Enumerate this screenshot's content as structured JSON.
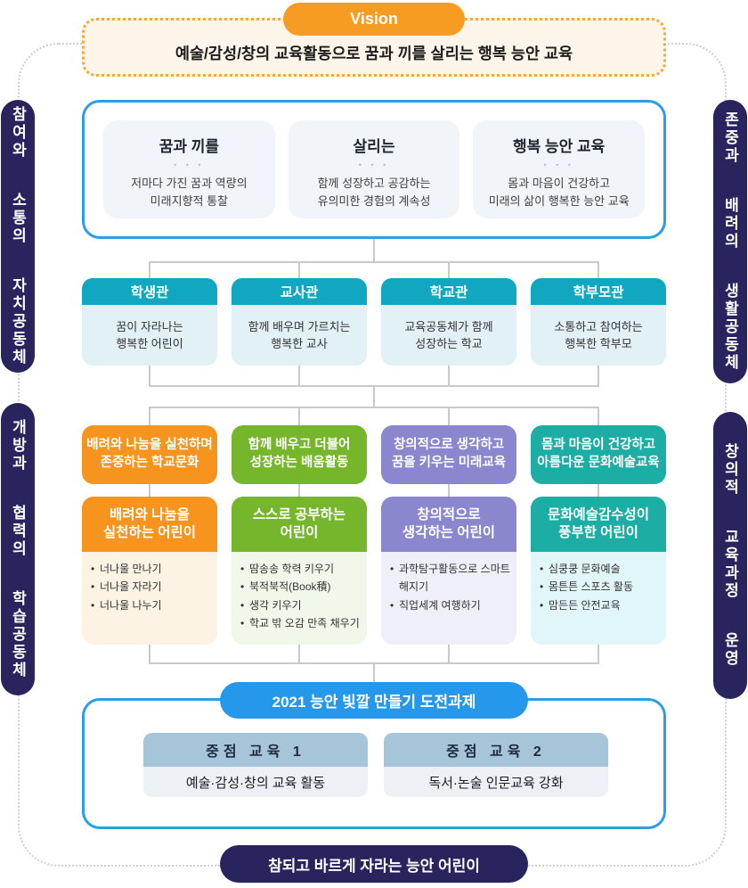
{
  "colors": {
    "navy": "#29245E",
    "orange": "#F7941E",
    "green": "#76B62C",
    "purple": "#8A87CE",
    "teal": "#1CAEA4",
    "cyan_header": "#12A7C0",
    "blue_accent": "#2598EB",
    "steel_header": "#A7C5D9"
  },
  "decor": {
    "dots": "• • •"
  },
  "vision": {
    "label": "Vision",
    "statement": "예술/감성/창의 교육활동으로 꿈과 끼를 살리는 행복 능안 교육"
  },
  "side": {
    "left_top": "참여와 소통의 자치공동체",
    "left_bottom": "개방과 협력의 학습공동체",
    "right_top": "존중과 배려의 생활공동체",
    "right_bottom": "창의적 교육과정 운영"
  },
  "keywords": [
    {
      "title": "꿈과 끼를",
      "desc": "저마다 가진 꿈과 역량의\n미래지향적 통찰"
    },
    {
      "title": "살리는",
      "desc": "함께 성장하고 공감하는\n유의미한 경험의 계속성"
    },
    {
      "title": "행복 능안 교육",
      "desc": "몸과 마음이 건강하고\n미래의 삶이 행복한 능안 교육"
    }
  ],
  "perspectives": [
    {
      "title": "학생관",
      "desc": "꿈이 자라나는\n행복한 어린이"
    },
    {
      "title": "교사관",
      "desc": "함께 배우며 가르치는\n행복한 교사"
    },
    {
      "title": "학교관",
      "desc": "교육공동체가 함께\n성장하는 학교"
    },
    {
      "title": "학부모관",
      "desc": "소통하고 참여하는\n행복한 학부모"
    }
  ],
  "goals": [
    {
      "accent": "#F7941E",
      "light": "#FDF3E4",
      "direction": "배려와 나눔을 실천하며\n존중하는 학교문화",
      "target": "배려와 나눔을\n실천하는 어린이",
      "items": [
        "너나울 만나기",
        "너나울 자라기",
        "너나울 나누기"
      ]
    },
    {
      "accent": "#76B62C",
      "light": "#F1F8E9",
      "direction": "함께 배우고 더불어\n성장하는 배움활동",
      "target": "스스로 공부하는\n어린이",
      "items": [
        "땀송송 학력 키우기",
        "북적북적(Book積)",
        "생각 키우기",
        "학교 밖 오감 만족 채우기"
      ]
    },
    {
      "accent": "#8A87CE",
      "light": "#EEEFF9",
      "direction": "창의적으로 생각하고\n꿈을 키우는 미래교육",
      "target": "창의적으로\n생각하는 어린이",
      "items": [
        "과학탐구활동으로 스마트해지기",
        "직업세계 여행하기"
      ]
    },
    {
      "accent": "#1CAEA4",
      "light": "#E1F6F8",
      "direction": "몸과 마음이 건강하고\n아름다운 문화예술교육",
      "target": "문화예술감수성이\n풍부한 어린이",
      "items": [
        "심쿵쿵 문화예술",
        "몸튼튼 스포츠 활동",
        "맘든든 안전교육"
      ]
    }
  ],
  "challenge": {
    "title": "2021 능안 빛깔 만들기 도전과제",
    "cards": [
      {
        "header": "중점 교육 1",
        "body": "예술·감성·창의 교육 활동"
      },
      {
        "header": "중점 교육 2",
        "body": "독서·논술 인문교육 강화"
      }
    ]
  },
  "footer": {
    "pill": "참되고 바르게 자라는 능안 어린이"
  }
}
